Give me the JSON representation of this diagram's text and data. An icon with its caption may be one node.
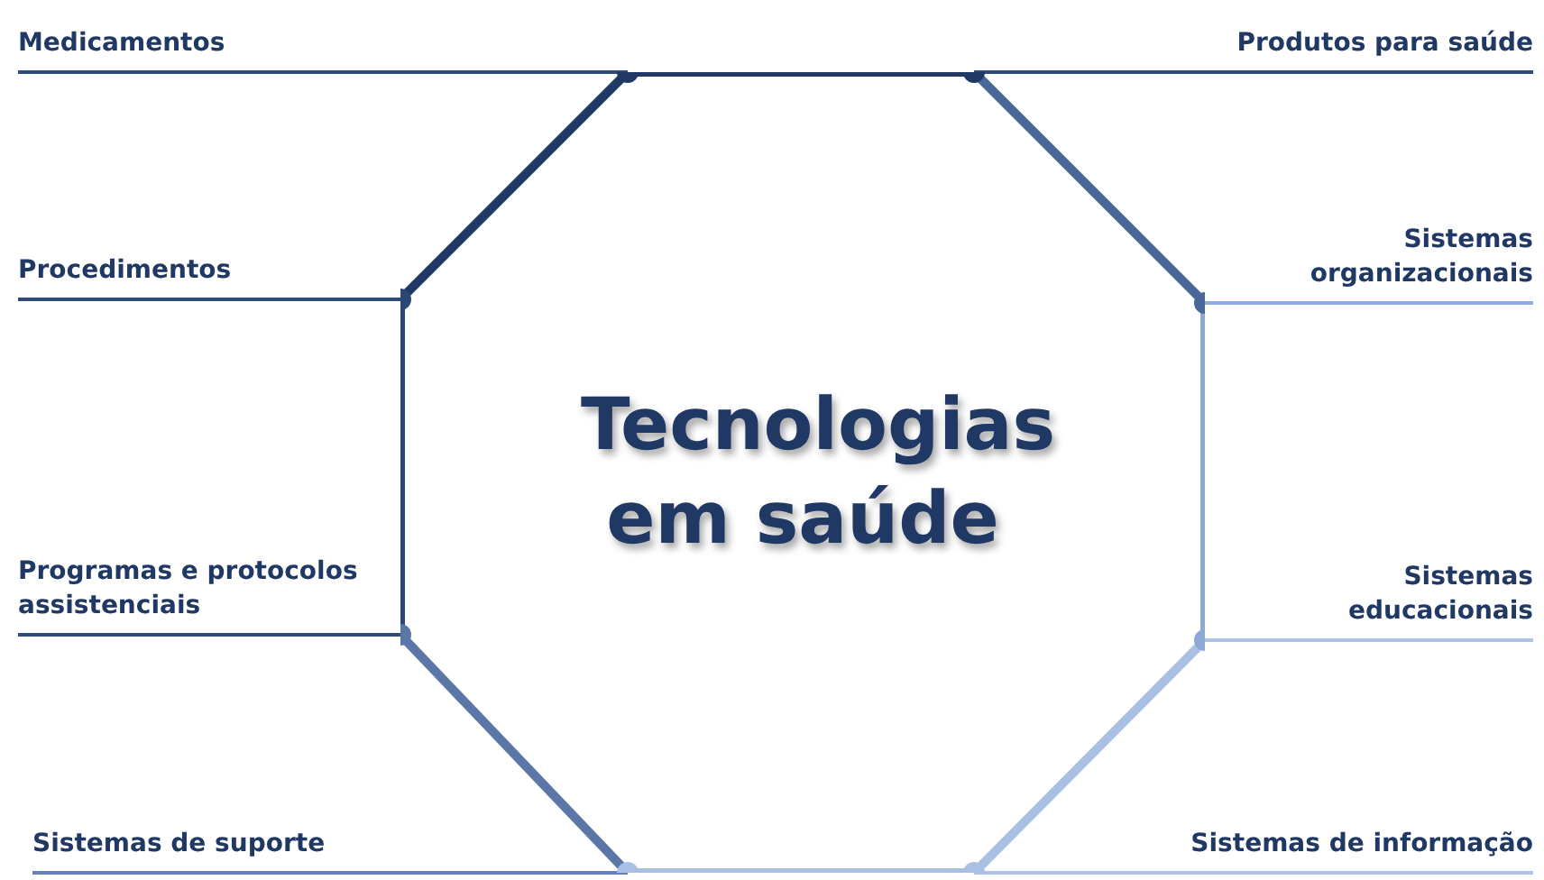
{
  "diagram": {
    "nodes": [
      {
        "text": [
          "Tecnologias em saúde"
        ]
      },
      {
        "text": [
          "Medicamentos"
        ]
      },
      {
        "text": [
          "Produtos para saúde"
        ]
      },
      {
        "text": [
          "Procedimentos"
        ]
      },
      {
        "text": [
          "Sistemas organizacionais"
        ]
      },
      {
        "text": [
          "Programas e protocolos assistenciais"
        ]
      },
      {
        "text": [
          "Sistemas educacionais"
        ]
      },
      {
        "text": [
          "Sistemas de suporte"
        ]
      },
      {
        "text": [
          "Sistemas de informação"
        ]
      }
    ],
    "edges": [
      {
        "from": 1,
        "to": 0,
        "arrow": "none"
      },
      {
        "from": 2,
        "to": 0,
        "arrow": "none"
      },
      {
        "from": 3,
        "to": 0,
        "arrow": "none"
      },
      {
        "from": 4,
        "to": 0,
        "arrow": "none",
        "color": "#8faadc"
      },
      {
        "from": 5,
        "to": 0,
        "arrow": "none"
      },
      {
        "from": 6,
        "to": 0,
        "arrow": "none",
        "color": "#adc3e6"
      },
      {
        "from": 7,
        "to": 0,
        "arrow": "none",
        "color": "#6680b3"
      },
      {
        "from": 8,
        "to": 0,
        "arrow": "none",
        "color": "#adc3e6"
      }
    ]
  }
}
